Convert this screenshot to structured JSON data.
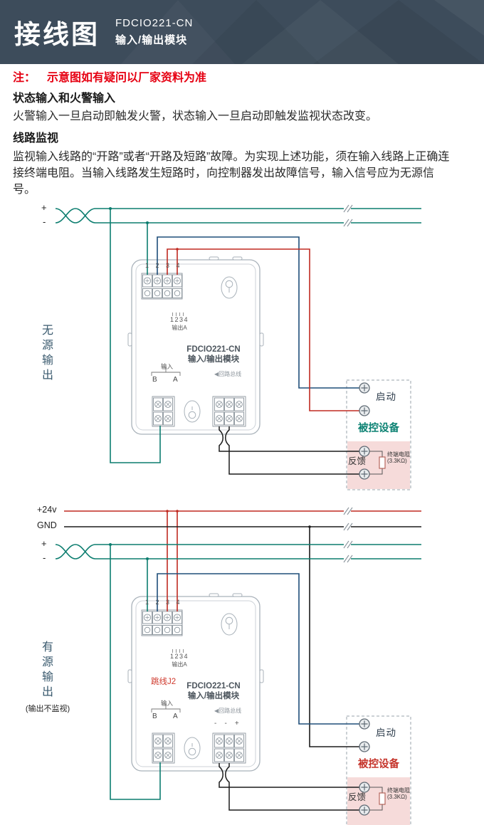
{
  "header": {
    "title": "接线图",
    "model": "FDCIO221-CN",
    "subtitle": "输入/输出模块"
  },
  "notes": {
    "label": "注：",
    "text": "示意图如有疑问以厂家资料为准",
    "sections": [
      {
        "heading": "状态输入和火警输入",
        "body": "火警输入一旦启动即触发火警，状态输入一旦启动即触发监视状态改变。"
      },
      {
        "heading": "线路监视",
        "body": "监视输入线路的“开路”或者“开路及短路”故障。为实现上述功能，须在输入线路上正确连接终端电阻。当输入线路发生短路时，向控制器发出故障信号，输入信号应为无源信号。"
      }
    ]
  },
  "diagram1": {
    "side_label": "无源输出",
    "bus_plus": "+",
    "bus_minus": "-",
    "module": {
      "terminal_numbers": "1 2 3 4",
      "jumper_pins": "1234",
      "output_label": "输出A",
      "model": "FDCIO221-CN",
      "name": "输入/输出模块",
      "input_label": "输入",
      "terminal_b": "B",
      "terminal_a": "A",
      "loop_bus": "◀回路总线"
    },
    "device": {
      "start_label": "启动",
      "name": "被控设备",
      "feedback_label": "反馈",
      "resistor_name": "终端电阻",
      "resistor_value": "(3.3KΩ)"
    }
  },
  "diagram2": {
    "side_label": "有源输出",
    "side_note": "(输出不监视)",
    "power_plus": "+24v",
    "power_gnd": "GND",
    "bus_plus": "+",
    "bus_minus": "-",
    "jumper_label": "跳线J2",
    "output_polarity": "-    -    +",
    "module": {
      "terminal_numbers": "1 2 3 4",
      "jumper_pins": "1234",
      "output_label": "输出A",
      "model": "FDCIO221-CN",
      "name": "输入/输出模块",
      "input_label": "输入",
      "terminal_b": "B",
      "terminal_a": "A",
      "loop_bus": "◀回路总线"
    },
    "device": {
      "start_label": "启动",
      "name": "被控设备",
      "feedback_label": "反馈",
      "resistor_name": "终端电阻",
      "resistor_value": "(3.3KΩ)"
    }
  },
  "colors": {
    "header_bg": "#3d4c5b",
    "note_red": "#e60012",
    "wire_loop_teal": "#0c7d6f",
    "wire_start_navy": "#1e4e79",
    "wire_power_red": "#c02a21",
    "wire_black": "#1c1c1c",
    "device_label_teal": "#0e8374",
    "device_label_red": "#c5342b",
    "feedback_box_pink": "#f6dbda"
  }
}
